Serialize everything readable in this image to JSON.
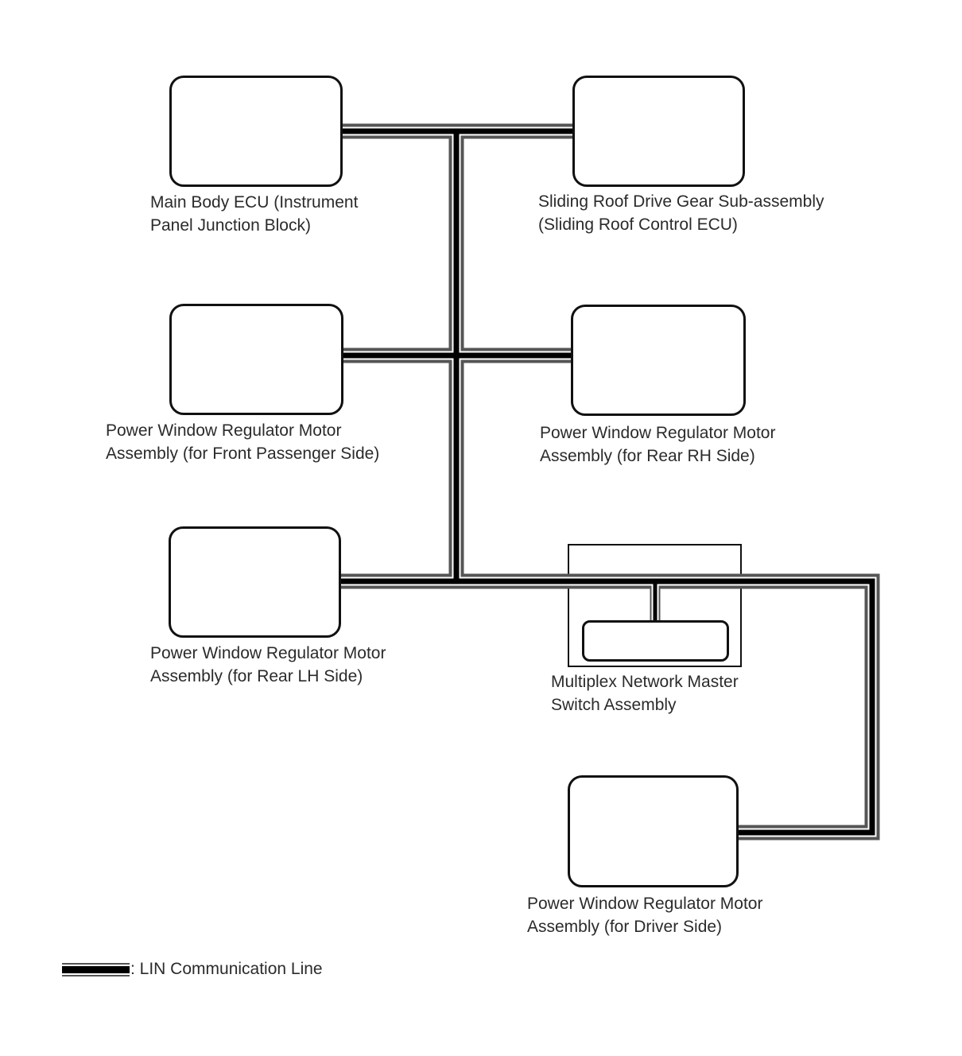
{
  "diagram": {
    "type": "network-topology-diagram",
    "bus": "LIN",
    "nodes": [
      {
        "id": "main-body-ecu",
        "label_line1": "Main Body ECU (Instrument",
        "label_line2": "Panel Junction Block)"
      },
      {
        "id": "sliding-roof-drive-gear",
        "label_line1": "Sliding Roof Drive Gear Sub-assembly",
        "label_line2": "(Sliding Roof Control ECU)"
      },
      {
        "id": "pw-motor-front-passenger",
        "label_line1": "Power Window Regulator Motor",
        "label_line2": "Assembly (for Front Passenger Side)"
      },
      {
        "id": "pw-motor-rear-rh",
        "label_line1": "Power Window Regulator Motor",
        "label_line2": "Assembly (for Rear RH Side)"
      },
      {
        "id": "pw-motor-rear-lh",
        "label_line1": "Power Window Regulator Motor",
        "label_line2": "Assembly (for Rear LH Side)"
      },
      {
        "id": "multiplex-network-master-switch",
        "label_line1": "Multiplex Network Master",
        "label_line2": "Switch Assembly"
      },
      {
        "id": "pw-motor-driver",
        "label_line1": "Power Window Regulator Motor",
        "label_line2": "Assembly (for Driver Side)"
      }
    ],
    "connections": [
      {
        "from": "main-body-ecu",
        "to": "sliding-roof-drive-gear",
        "line": "LIN"
      },
      {
        "from": "main-body-ecu",
        "to": "pw-motor-front-passenger",
        "line": "LIN"
      },
      {
        "from": "pw-motor-front-passenger",
        "to": "pw-motor-rear-rh",
        "line": "LIN"
      },
      {
        "from": "pw-motor-rear-lh",
        "to": "multiplex-network-master-switch",
        "line": "LIN"
      },
      {
        "from": "multiplex-network-master-switch",
        "to": "pw-motor-driver",
        "line": "LIN"
      }
    ],
    "legend": {
      "label": ": LIN Communication Line"
    },
    "colors": {
      "background": "#ffffff",
      "line_core": "#000000",
      "line_edge": "#555555",
      "line_gap": "#ffffff",
      "box_border": "#111111",
      "text": "#2b2b2b"
    }
  }
}
